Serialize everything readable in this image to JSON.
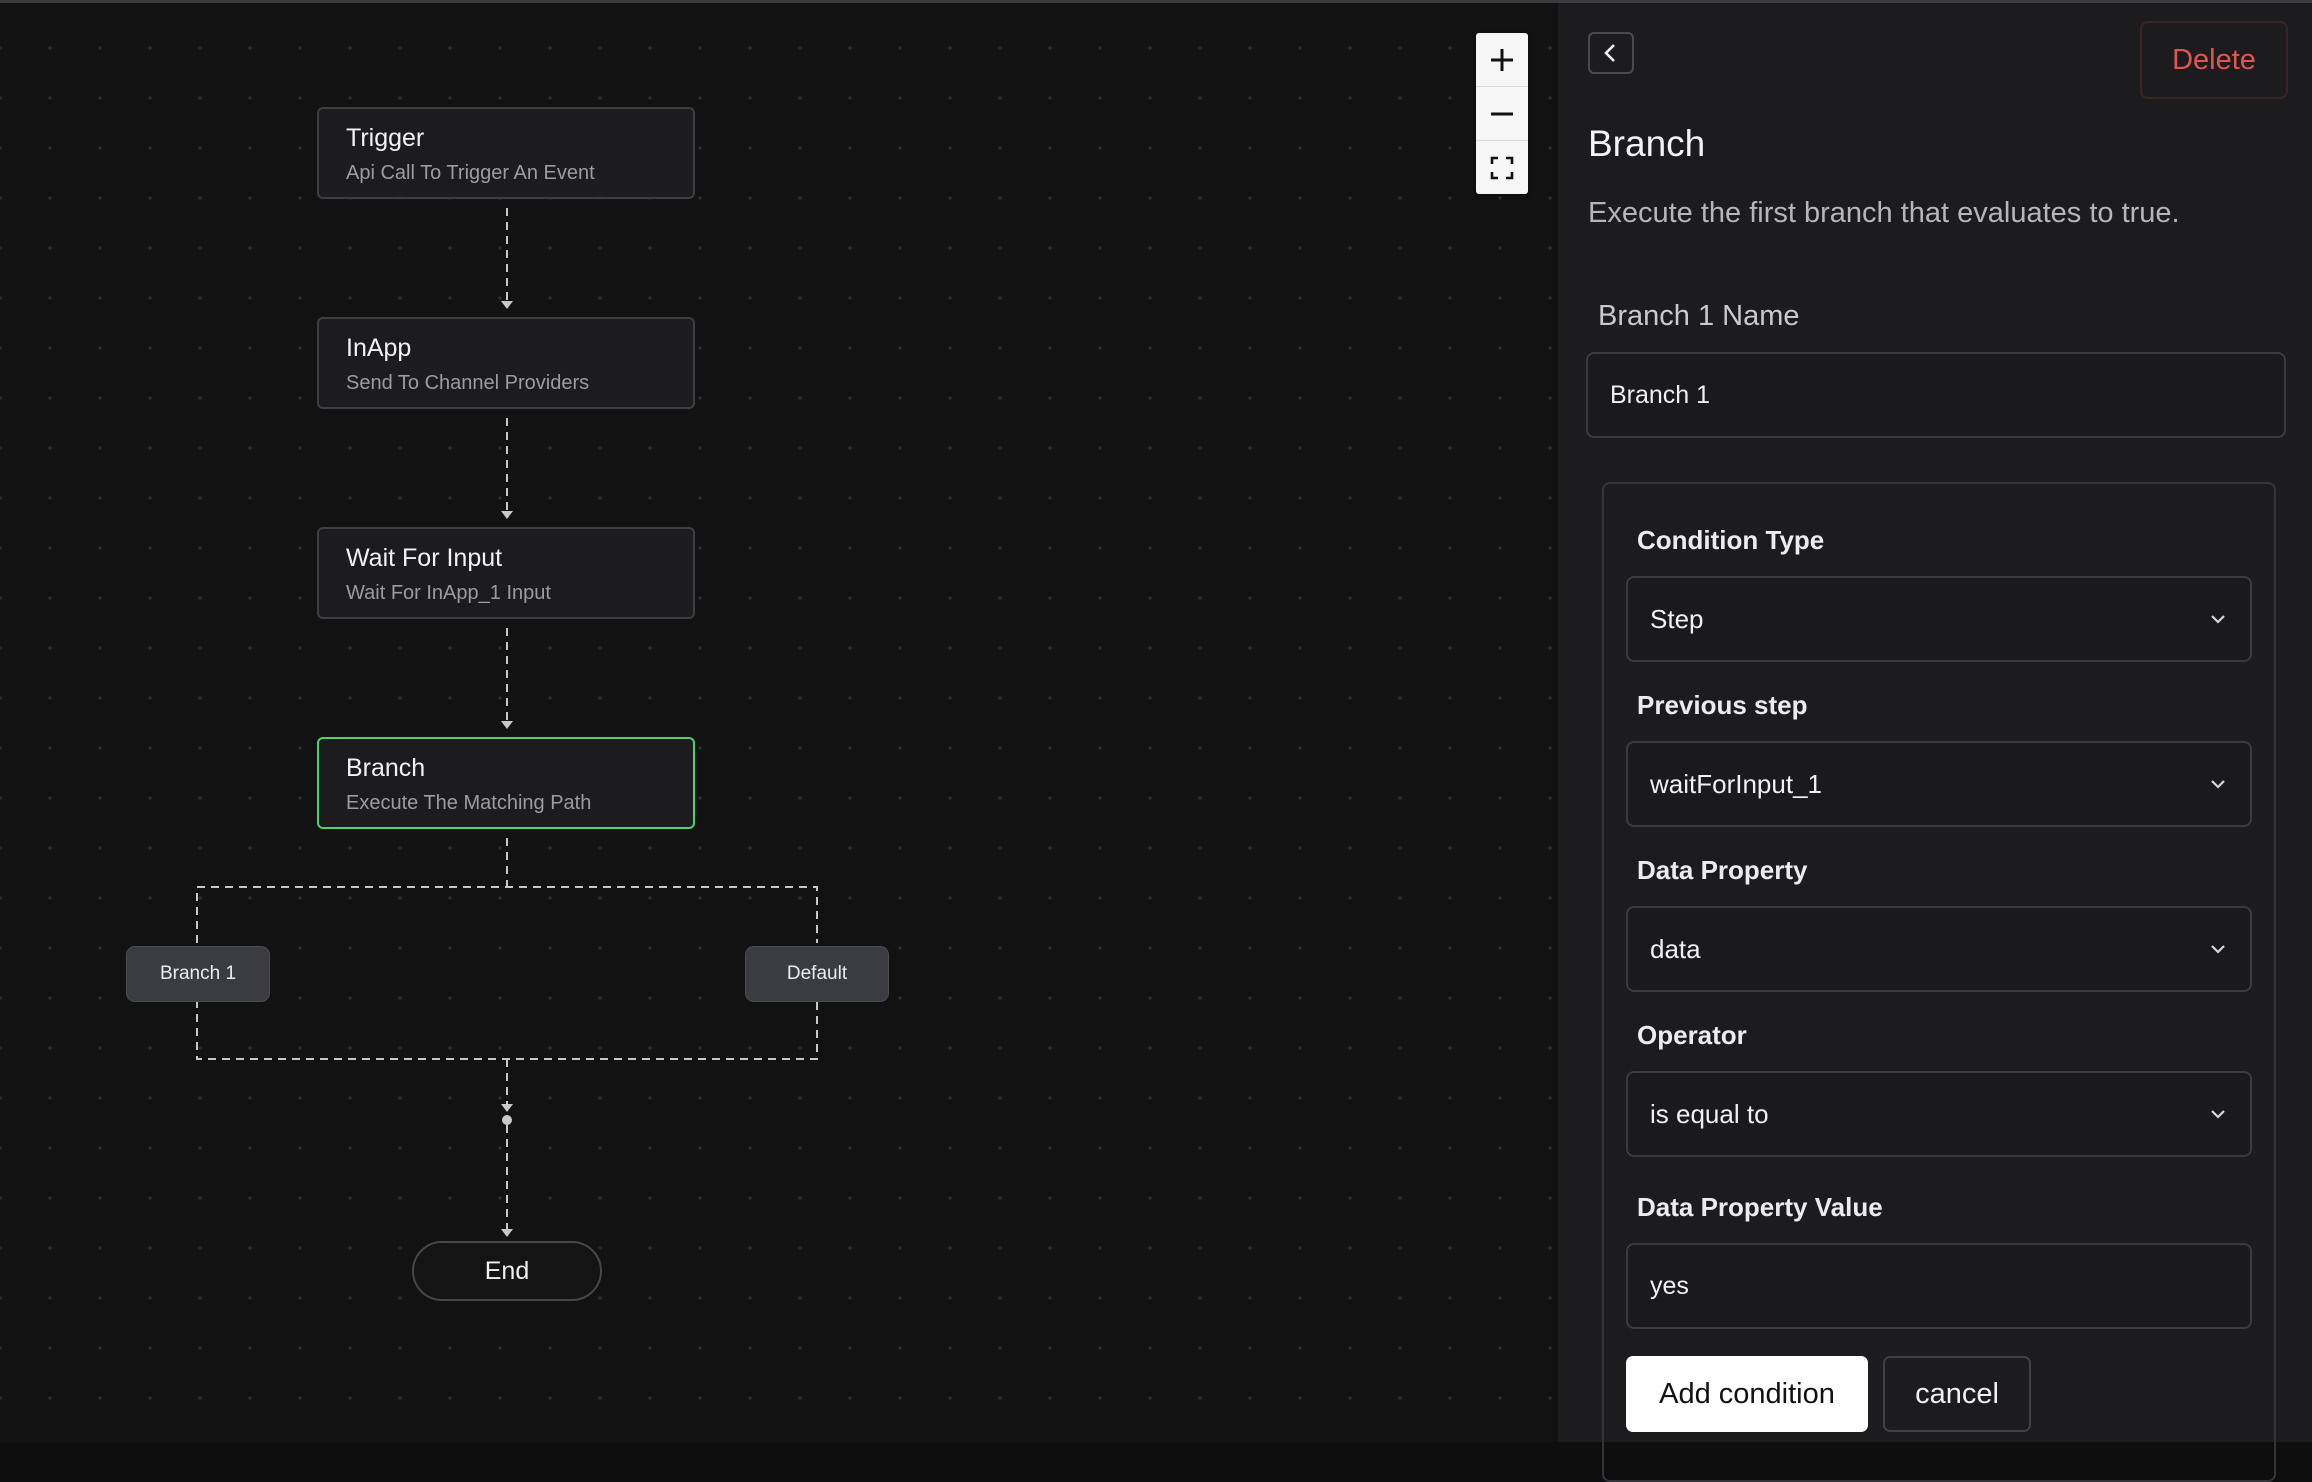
{
  "canvas": {
    "nodes": [
      {
        "title": "Trigger",
        "subtitle": "Api Call To Trigger An Event"
      },
      {
        "title": "InApp",
        "subtitle": "Send To Channel Providers"
      },
      {
        "title": "Wait For Input",
        "subtitle": "Wait For InApp_1 Input"
      },
      {
        "title": "Branch",
        "subtitle": "Execute The Matching Path"
      }
    ],
    "branches": [
      "Branch 1",
      "Default"
    ],
    "end_label": "End",
    "icons": {
      "zoom_in": "plus-icon",
      "zoom_out": "minus-icon",
      "fit": "fit-view-icon"
    }
  },
  "panel": {
    "back_icon": "chevron-left-icon",
    "delete_label": "Delete",
    "title": "Branch",
    "description": "Execute the first branch that evaluates to true.",
    "name_label": "Branch 1 Name",
    "name_value": "Branch 1",
    "condition": {
      "type_label": "Condition Type",
      "type_value": "Step",
      "previous_label": "Previous step",
      "previous_value": "waitForInput_1",
      "property_label": "Data Property",
      "property_value": "data",
      "operator_label": "Operator",
      "operator_value": "is equal to",
      "value_label": "Data Property Value",
      "value_value": "yes",
      "add_label": "Add condition",
      "cancel_label": "cancel"
    }
  },
  "colors": {
    "selected_border": "#4fd26a",
    "delete_text": "#e2554f",
    "canvas_bg": "#121213",
    "panel_bg": "#1c1c1e"
  }
}
